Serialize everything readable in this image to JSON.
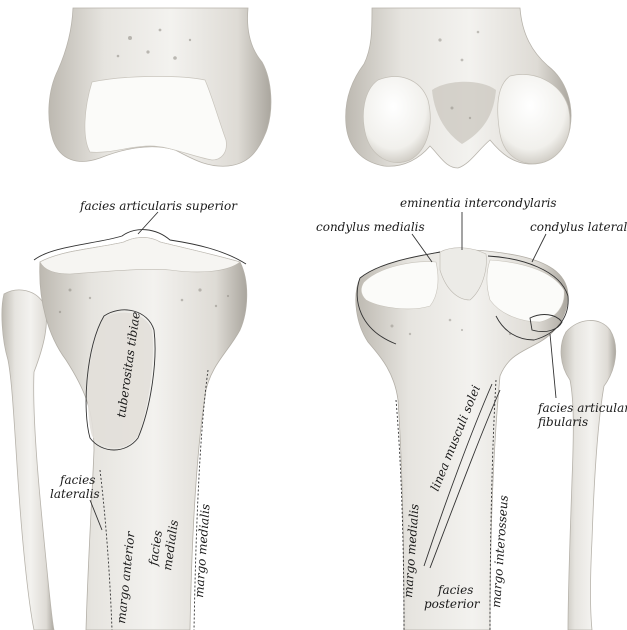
{
  "labels": {
    "facies_articularis_superior": "facies articularis superior",
    "tuberositas_tibiae": "tuberositas tibiae",
    "facies_lateralis_1": "facies",
    "facies_lateralis_2": "lateralis",
    "facies_medialis_1": "facies",
    "facies_medialis_2": "medialis",
    "margo_anterior": "margo anterior",
    "margo_medialis_front": "margo medialis",
    "eminentia_intercondylaris": "eminentia intercondylaris",
    "condylus_medialis": "condylus medialis",
    "condylus_lateralis": "condylus lateralis",
    "facies_articularis_fibularis_1": "facies articularis",
    "facies_articularis_fibularis_2": "fibularis",
    "linea_musculi_solei": "linea musculi solei",
    "margo_medialis_back": "margo medialis",
    "margo_interosseus": "margo interosseus",
    "facies_posterior_1": "facies",
    "facies_posterior_2": "posterior"
  },
  "colors": {
    "bone_light": "#efeeea",
    "bone_mid": "#dcdad4",
    "bone_shadow": "#a9a59d",
    "cartilage": "#ffffff",
    "line": "#333333"
  }
}
